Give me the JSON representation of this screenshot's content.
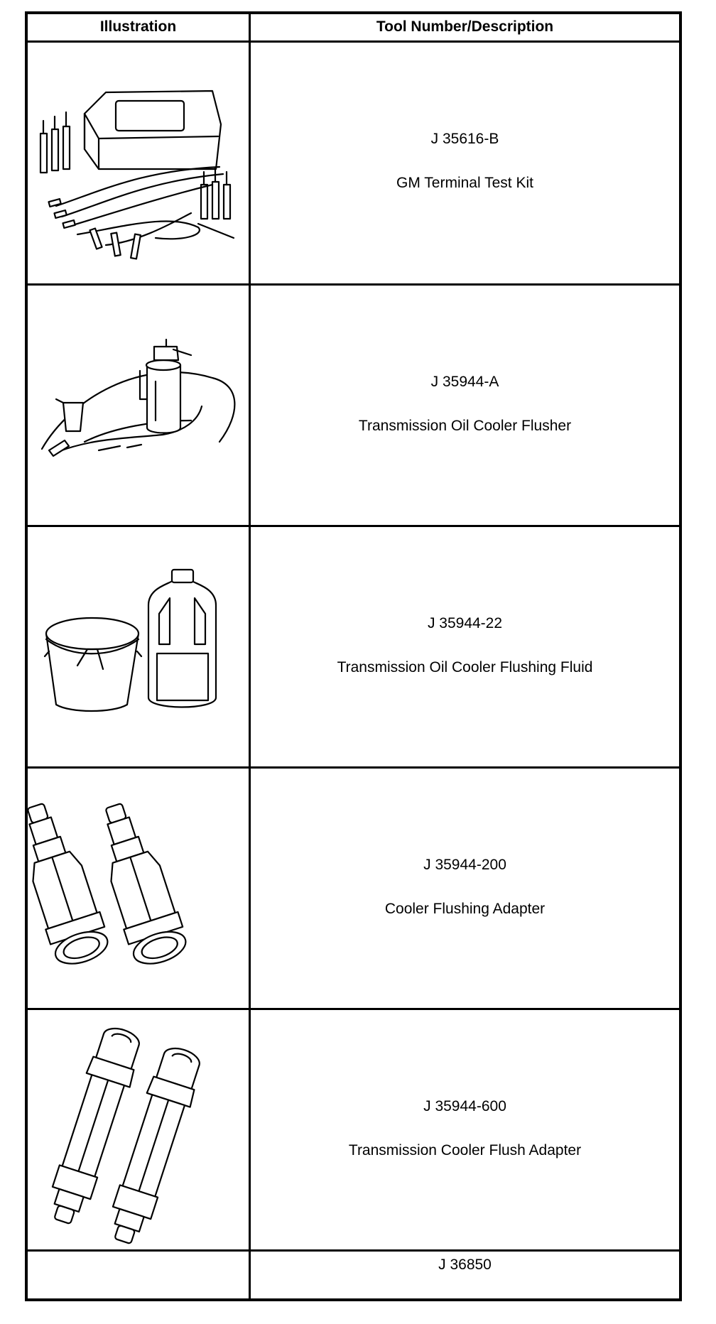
{
  "table": {
    "headers": {
      "illustration": "Illustration",
      "tool": "Tool Number/Description"
    },
    "rows": [
      {
        "number": "J 35616-B",
        "description": "GM Terminal Test Kit",
        "illustration": "terminal-test-kit"
      },
      {
        "number": "J 35944-A",
        "description": "Transmission Oil Cooler Flusher",
        "illustration": "cooler-flusher"
      },
      {
        "number": "J 35944-22",
        "description": "Transmission Oil Cooler Flushing Fluid",
        "illustration": "flushing-fluid"
      },
      {
        "number": "J 35944-200",
        "description": "Cooler Flushing Adapter",
        "illustration": "flushing-adapter"
      },
      {
        "number": "J 35944-600",
        "description": "Transmission Cooler Flush Adapter",
        "illustration": "flush-adapter"
      },
      {
        "number": "J 36850",
        "description": "",
        "illustration": ""
      }
    ]
  }
}
